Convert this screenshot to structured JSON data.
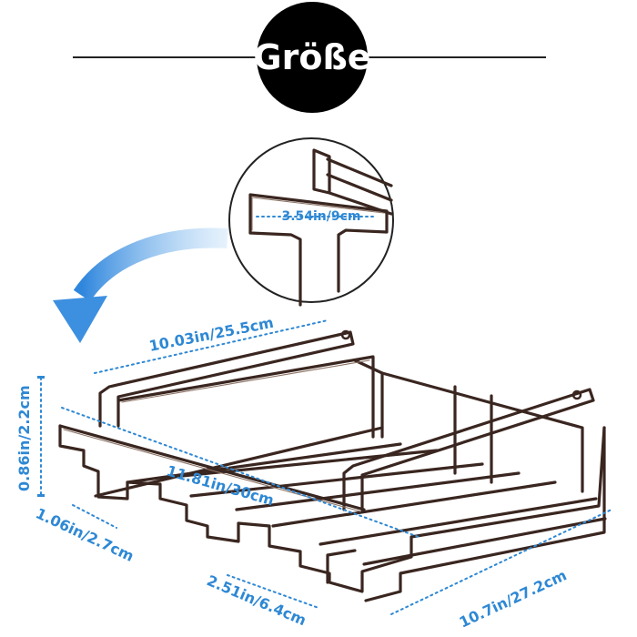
{
  "header": {
    "title": "Größe"
  },
  "measurements": {
    "detail_width": "3.54in/9cm",
    "top_length": "10.03in/25.5cm",
    "height": "0.86in/2.2cm",
    "slot_width": "1.06in/2.7cm",
    "rail_length": "11.81in/30cm",
    "slot_spacing": "2.51in/6.4cm",
    "depth": "10.7in/27.2cm"
  },
  "colors": {
    "label": "#2e88d4",
    "metal": "#3a2620",
    "badge": "#000000",
    "arrow": "#3d8fe0"
  },
  "icons": [
    "zoom-detail-circle",
    "curved-arrow-icon"
  ]
}
